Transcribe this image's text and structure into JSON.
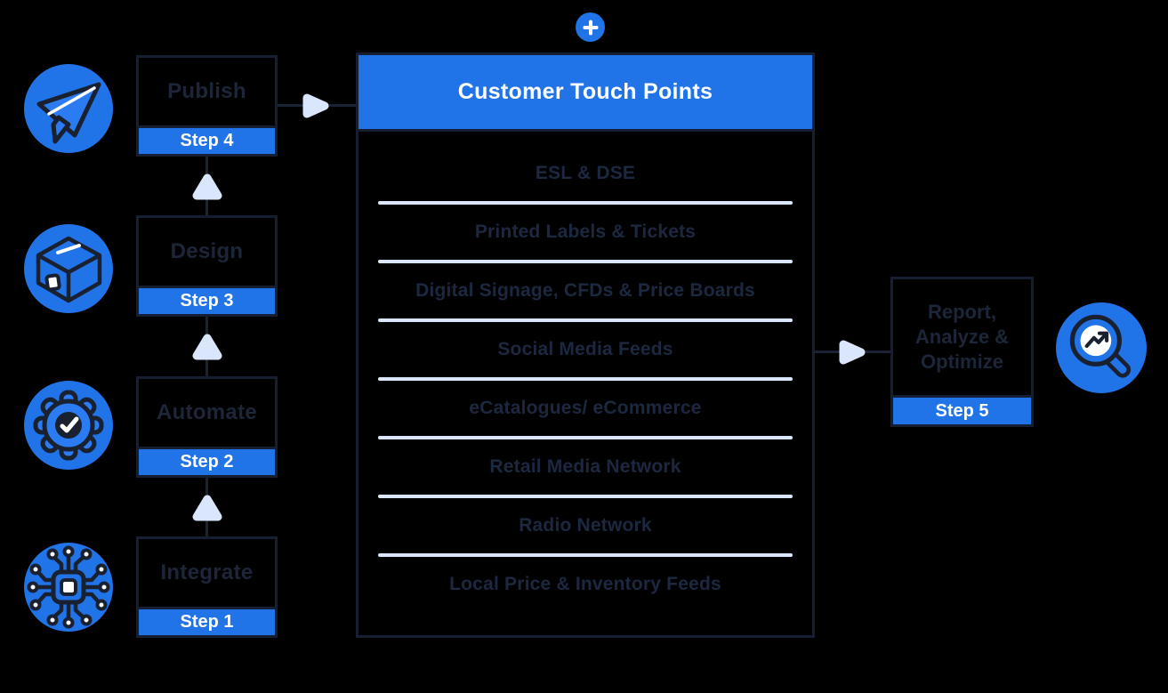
{
  "colors": {
    "background": "#000000",
    "accent_blue": "#2173e8",
    "light_blue": "#d9e6fb",
    "dark_navy": "#1c2638",
    "white": "#ffffff"
  },
  "plus_button": {
    "label": "+"
  },
  "steps": [
    {
      "label": "Publish",
      "step": "Step 4",
      "icon": "paper-plane-icon"
    },
    {
      "label": "Design",
      "step": "Step 3",
      "icon": "cube-icon"
    },
    {
      "label": "Automate",
      "step": "Step 2",
      "icon": "gear-check-icon"
    },
    {
      "label": "Integrate",
      "step": "Step 1",
      "icon": "chip-network-icon"
    }
  ],
  "panel": {
    "title": "Customer Touch Points",
    "items": [
      "ESL & DSE",
      "Printed Labels & Tickets",
      "Digital Signage, CFDs & Price Boards",
      "Social Media Feeds",
      "eCatalogues/ eCommerce",
      "Retail Media Network",
      "Radio Network",
      "Local Price & Inventory Feeds"
    ]
  },
  "result": {
    "label": "Report, Analyze & Optimize",
    "step": "Step 5",
    "icon": "magnifier-trend-icon"
  }
}
